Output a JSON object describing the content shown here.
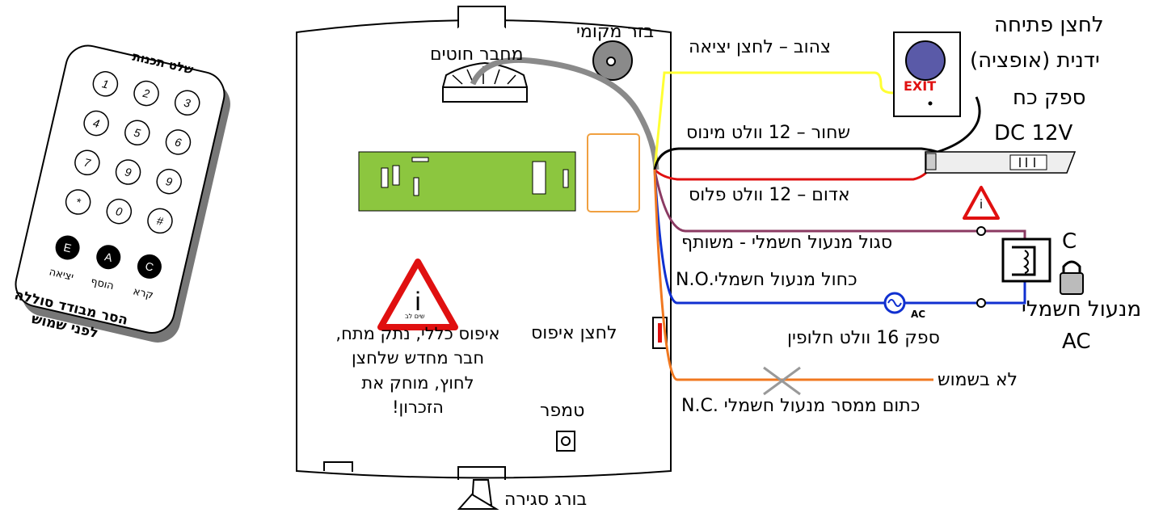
{
  "remote": {
    "title": "שלט תכנות",
    "keys": [
      "1",
      "2",
      "3",
      "4",
      "5",
      "6",
      "7",
      "9",
      "9",
      "*",
      "0",
      "#"
    ],
    "func_keys": [
      {
        "key": "E",
        "label": "יציאה"
      },
      {
        "key": "A",
        "label": "הוסף"
      },
      {
        "key": "C",
        "label": "קרא"
      }
    ],
    "note_line1": "הסר מבודד סוללה",
    "note_line2": "לפני שמוש"
  },
  "board": {
    "buzzer_label": "בזר מקומי",
    "connector_label": "מחבר חוטים",
    "reset_button_label": "לחצן איפוס",
    "reset_note": [
      "איפוס כללי, נתק מתח,",
      "חבר מחדש שלחצן",
      "לחוץ, מוחק את",
      "הזכרון!"
    ],
    "warning_text": "שים לב",
    "tamper_label": "טמפר",
    "screw_label": "בורג סגירה"
  },
  "wires": {
    "yellow": "צהוב – לחצן יציאה",
    "black": "שחור – 12 וולט מינוס",
    "red": "אדום  – 12 וולט פלוס",
    "purple": "סגול מנעול חשמלי - משותף",
    "blue": "כחול מנעול חשמלי.N.O",
    "orange_unused": "לא בשמוש",
    "nc": "כתום ממסר מנעול חשמלי .N.C"
  },
  "devices": {
    "exit_button_title": [
      "לחצן פתיחה",
      "ידנית (אופציה)"
    ],
    "exit_button_text": "EXIT",
    "psu_label": "ספק כח",
    "psu_voltage": "DC 12V",
    "ac_supply": "ספק 16 וולט חלופין",
    "ac_symbol": "AC",
    "lock_c": "C",
    "lock_label": "מנעול חשמלי",
    "lock_ac": "AC"
  },
  "colors": {
    "yellow_wire": "#ffff33",
    "black_wire": "#000000",
    "red_wire": "#e01010",
    "purple_wire": "#8b3a62",
    "blue_wire": "#1030d0",
    "orange_wire": "#f07820",
    "gray_cable": "#8a8a8a",
    "pcb_green": "#8cc63f",
    "warning_red": "#e01010",
    "exit_button_blue": "#5a5aa8"
  }
}
